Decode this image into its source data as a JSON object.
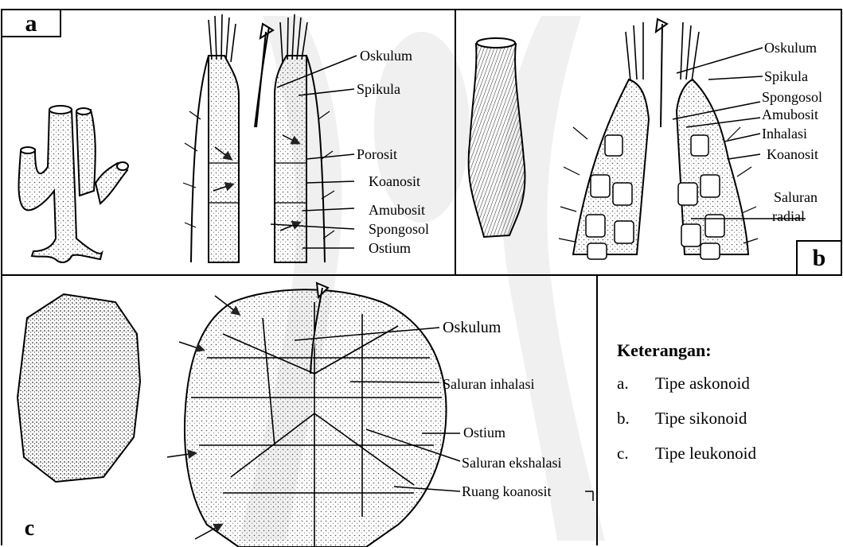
{
  "panels": {
    "a": {
      "tag": "a",
      "labels": [
        "Oskulum",
        "Spikula",
        "Porosit",
        "Koanosit",
        "Amubosit",
        "Spongosol",
        "Ostium"
      ]
    },
    "b": {
      "tag": "b",
      "labels": [
        "Oskulum",
        "Spikula",
        "Spongosol",
        "Amubosit",
        "Inhalasi",
        "Koanosit",
        "Saluran",
        "radial"
      ]
    },
    "c": {
      "tag": "c",
      "labels": [
        "Oskulum",
        "Saluran inhalasi",
        "Ostium",
        "Saluran ekshalasi",
        "Ruang koanosit"
      ]
    }
  },
  "legend": {
    "title": "Keterangan:",
    "items": [
      {
        "letter": "a.",
        "text": "Tipe askonoid"
      },
      {
        "letter": "b.",
        "text": "Tipe sikonoid"
      },
      {
        "letter": "c.",
        "text": "Tipe leukonoid"
      }
    ]
  }
}
